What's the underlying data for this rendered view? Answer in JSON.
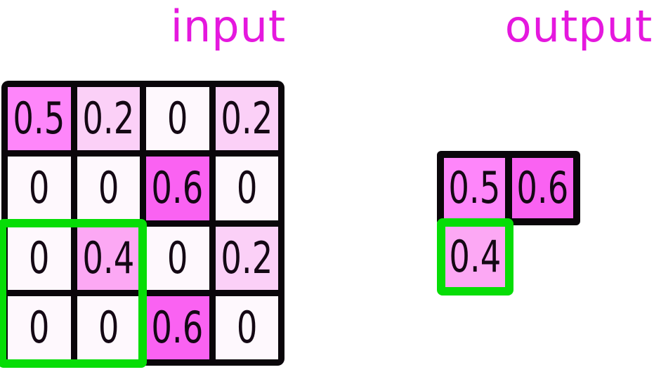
{
  "titles": {
    "input": "input",
    "output": "output"
  },
  "input_grid": {
    "rows": [
      [
        "0.5",
        "0.2",
        "0",
        "0.2"
      ],
      [
        "0",
        "0",
        "0.6",
        "0"
      ],
      [
        "0",
        "0.4",
        "0",
        "0.2"
      ],
      [
        "0",
        "0",
        "0.6",
        "0"
      ]
    ]
  },
  "pooling_window": {
    "rows": "2-3",
    "cols": "0-1",
    "note": "bottom-left 2x2 region highlighted"
  },
  "output_grid": {
    "cells": [
      {
        "label": "0.5",
        "row": 0,
        "col": 0,
        "style": "black"
      },
      {
        "label": "0.6",
        "row": 0,
        "col": 1,
        "style": "black"
      },
      {
        "label": "0.4",
        "row": 1,
        "col": 0,
        "style": "green"
      }
    ]
  },
  "value_colors": {
    "0": "#FEF8FD",
    "0.2": "#FBD0F7",
    "0.4": "#FCA8F4",
    "0.5": "#FE86FA",
    "0.6": "#FA62F2"
  },
  "colors": {
    "title_magenta": "#E518DE",
    "grid_line_black": "#0A060A",
    "highlight_green": "#06DD06",
    "number_text": "#140814"
  }
}
